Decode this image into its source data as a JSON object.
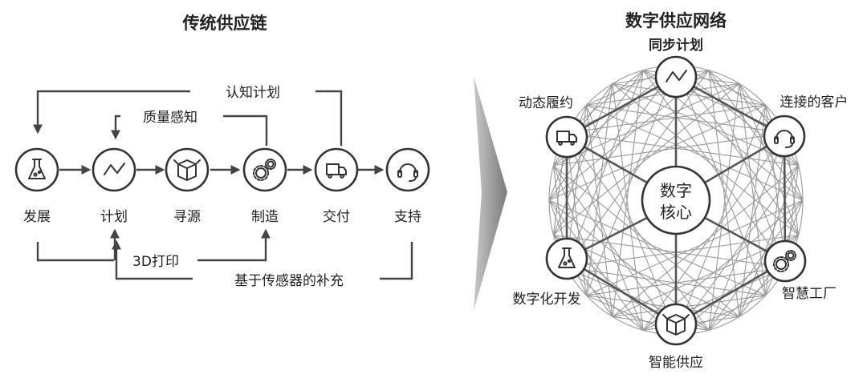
{
  "left": {
    "title": "传统供应链",
    "nodes": [
      {
        "label": "发展",
        "icon": "flask-icon"
      },
      {
        "label": "计划",
        "icon": "trend-icon"
      },
      {
        "label": "寻源",
        "icon": "box-icon"
      },
      {
        "label": "制造",
        "icon": "gears-icon"
      },
      {
        "label": "交付",
        "icon": "truck-icon"
      },
      {
        "label": "支持",
        "icon": "headset-icon"
      }
    ],
    "feedback": {
      "cognitive_planning": "认知计划",
      "quality_sensing": "质量感知",
      "printing_3d": "3D打印",
      "sensor_replenishment": "基于传感器的补充"
    }
  },
  "right": {
    "title": "数字供应网络",
    "core": [
      "数字",
      "核心"
    ],
    "nodes": [
      {
        "label": "同步计划",
        "icon": "trend-icon"
      },
      {
        "label": "连接的客户",
        "icon": "headset-icon"
      },
      {
        "label": "智慧工厂",
        "icon": "gears-icon"
      },
      {
        "label": "智能供应",
        "icon": "box-icon"
      },
      {
        "label": "数字化开发",
        "icon": "flask-icon"
      },
      {
        "label": "动态履约",
        "icon": "truck-icon"
      }
    ]
  },
  "colors": {
    "line": "#444444",
    "arrow": "#9a9a9a",
    "mesh": "#999999"
  }
}
